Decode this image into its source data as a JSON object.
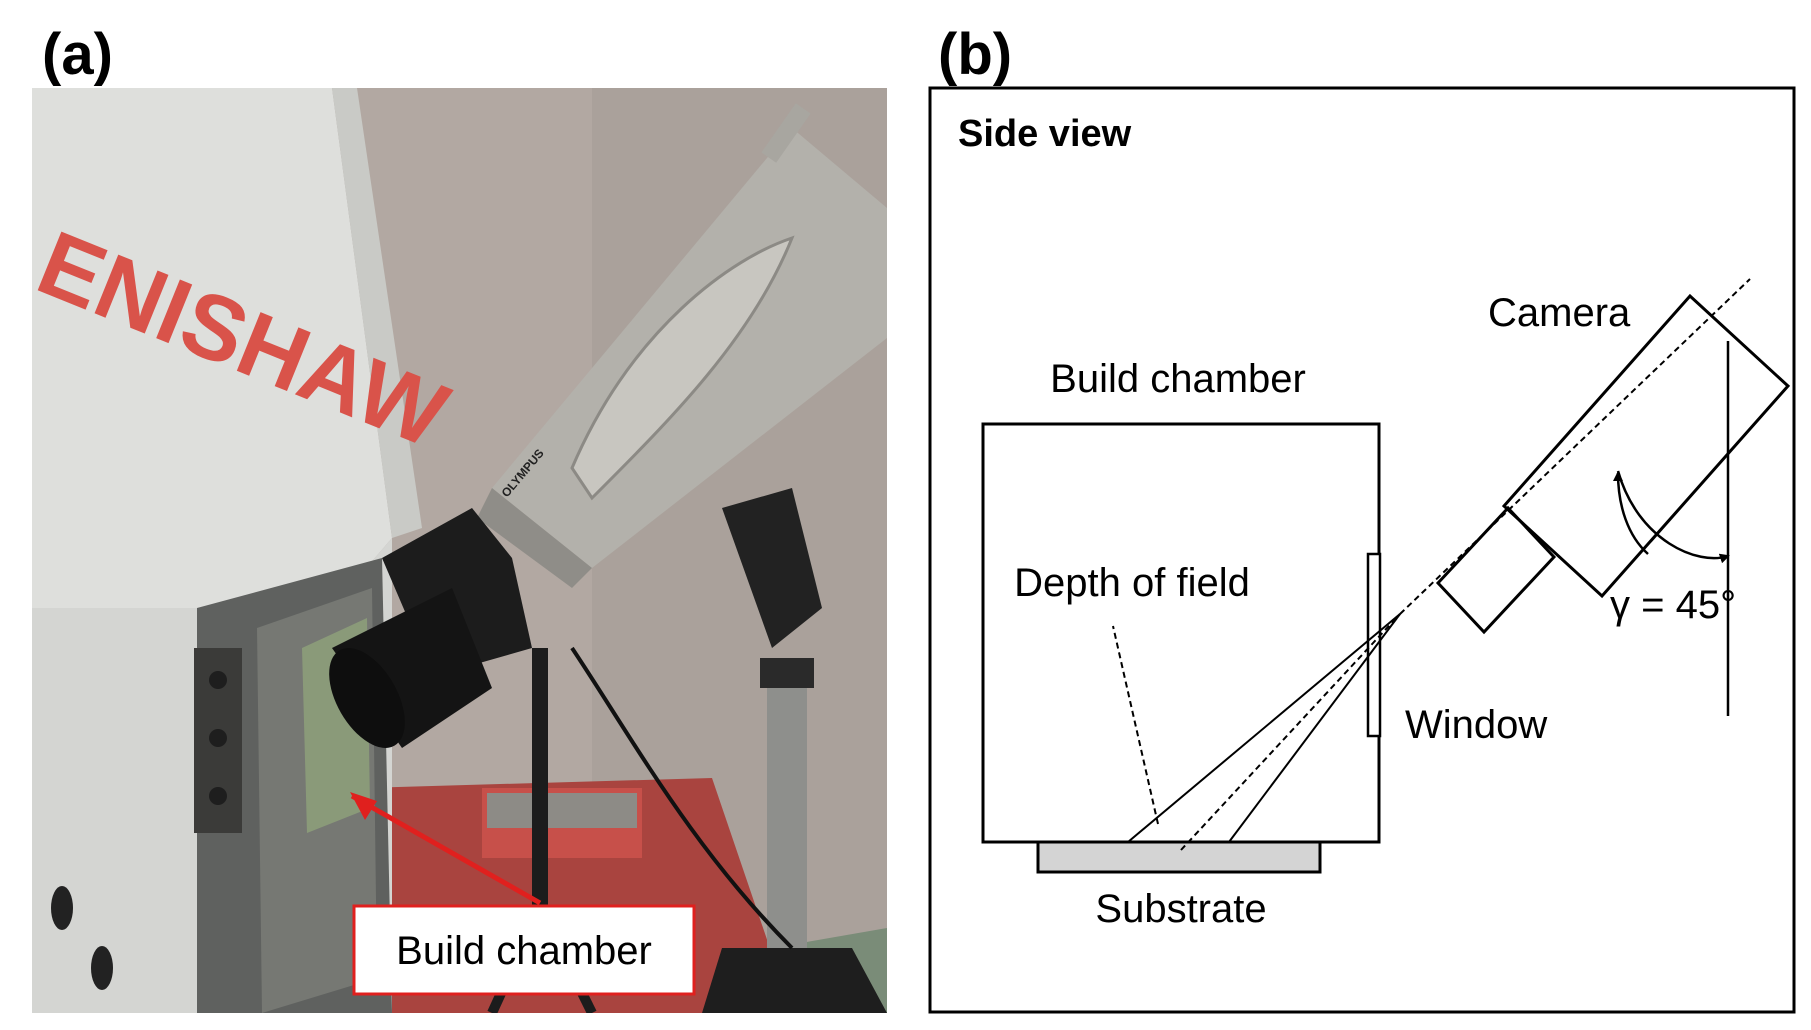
{
  "panels": {
    "a": {
      "label": "(a)"
    },
    "b": {
      "label": "(b)"
    }
  },
  "photo": {
    "brand_text": "ENISHAW",
    "camera_brand": "OLYMPUS",
    "callout_label": "Build chamber"
  },
  "schematic": {
    "view_title": "Side view",
    "labels": {
      "camera": "Camera",
      "build_chamber": "Build chamber",
      "depth_of_field": "Depth of field",
      "window": "Window",
      "substrate": "Substrate",
      "angle": "γ = 45°"
    }
  },
  "colors": {
    "callout_red": "#e0201e",
    "brand_red": "#d9534a",
    "substrate_fill": "#d4d4d4",
    "photo_wall": "#b4aaa4",
    "machine_panel": "#dedfdc"
  }
}
